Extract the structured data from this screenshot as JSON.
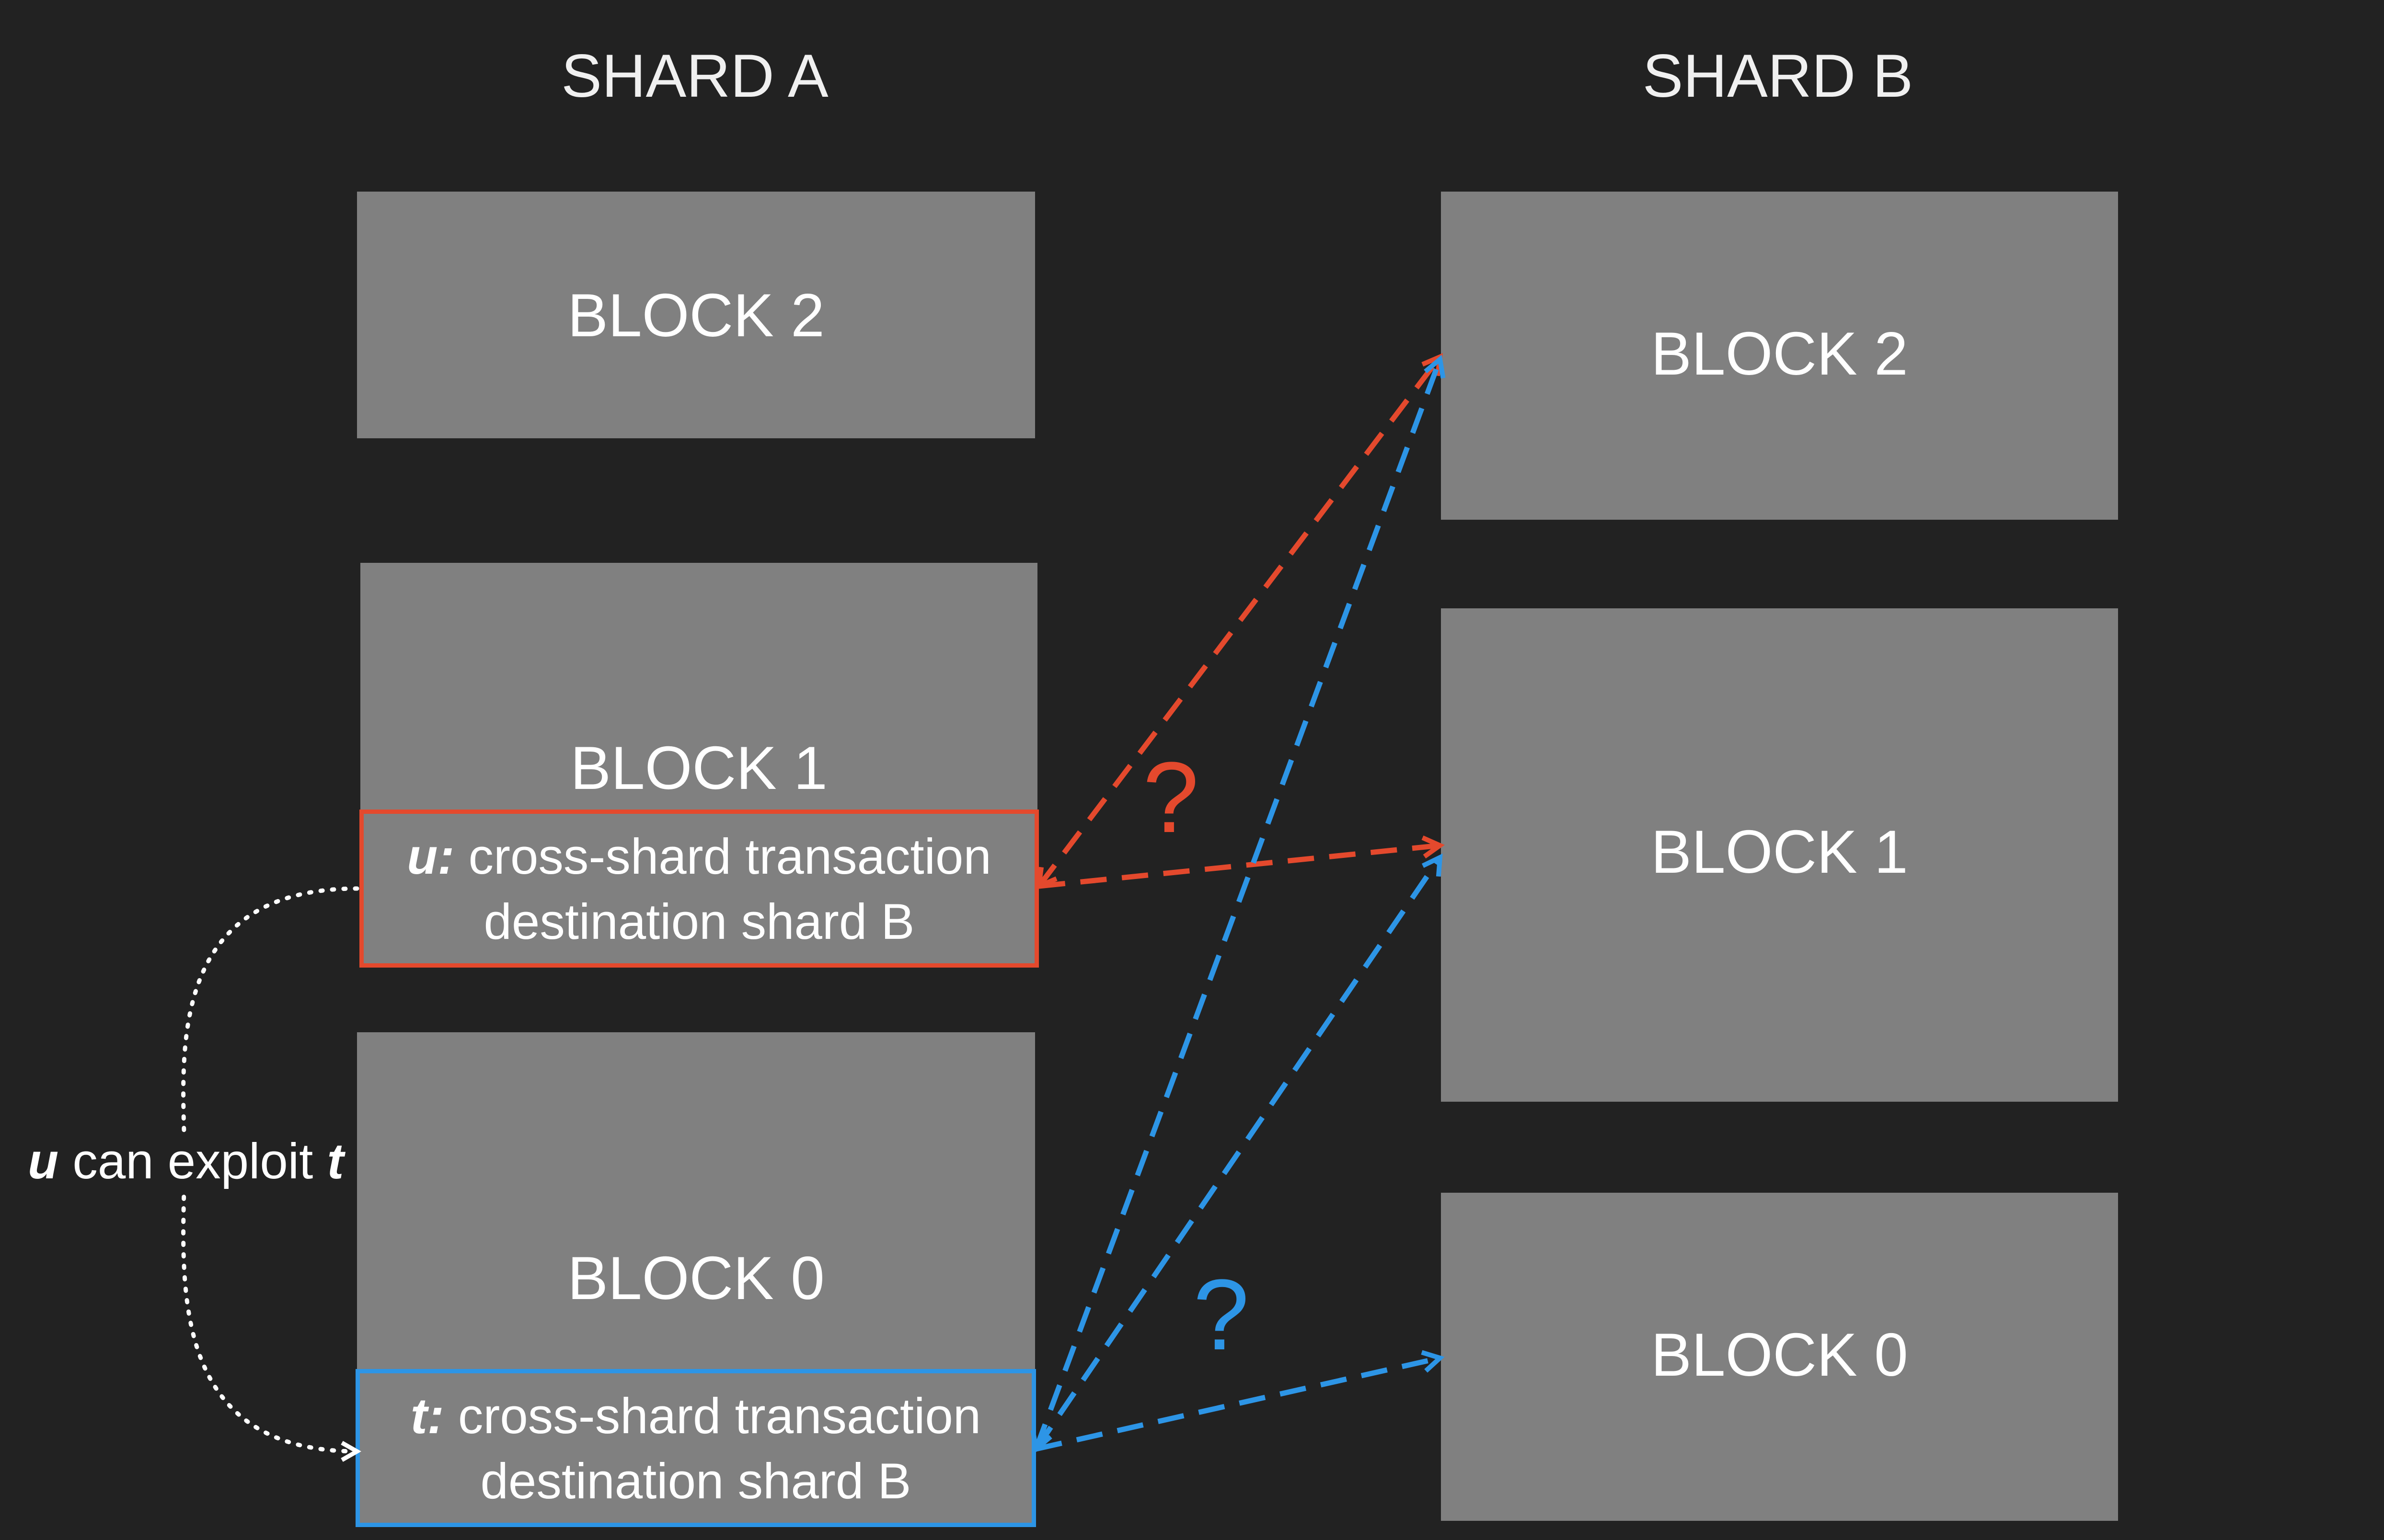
{
  "shard_a": {
    "title": "SHARD A",
    "blocks": [
      {
        "label": "BLOCK 2"
      },
      {
        "label": "BLOCK 1"
      },
      {
        "label": "BLOCK 0"
      }
    ],
    "tx_u": {
      "var": "u:",
      "line1": "cross-shard transaction",
      "line2": "destination shard B",
      "border": "#e4492d"
    },
    "tx_t": {
      "var": "t:",
      "line1": "cross-shard transaction",
      "line2": "destination shard B",
      "border": "#2d95e6"
    }
  },
  "shard_b": {
    "title": "SHARD B",
    "blocks": [
      {
        "label": "BLOCK 2"
      },
      {
        "label": "BLOCK 1"
      },
      {
        "label": "BLOCK 0"
      }
    ]
  },
  "exploit_note": {
    "u": "u",
    "middle": " can exploit ",
    "t": "t"
  },
  "question_marks": {
    "red": "?",
    "blue": "?"
  },
  "colors": {
    "background": "#222222",
    "block": "#808080",
    "red_arrow": "#e4492d",
    "blue_arrow": "#2d95e6",
    "exploit_arrow": "#ffffff"
  }
}
